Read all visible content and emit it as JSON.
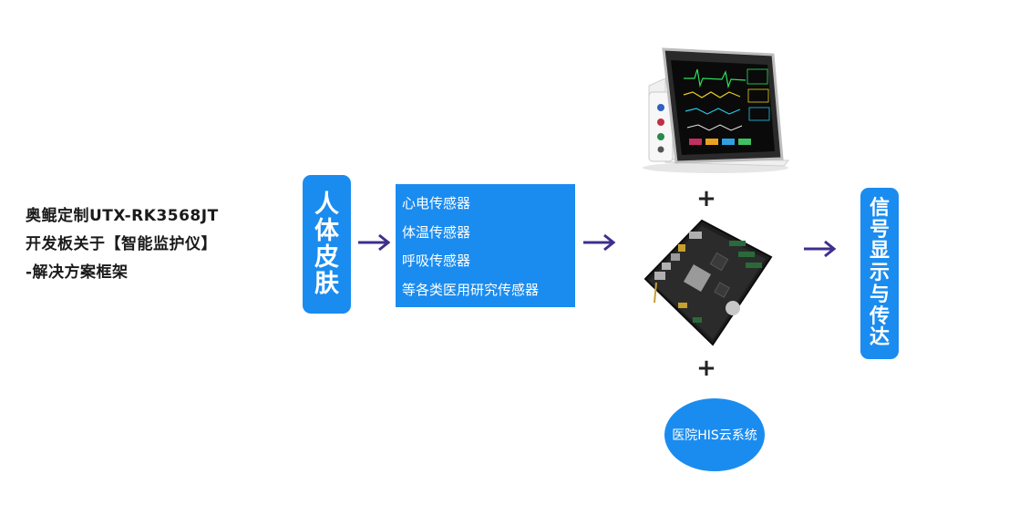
{
  "title": {
    "lines": [
      "奥鲲定制UTX-RK3568JT",
      "开发板关于【智能监护仪】",
      "-解决方案框架"
    ]
  },
  "skin_box": {
    "chars": [
      "人",
      "体",
      "皮",
      "肤"
    ]
  },
  "sensors": {
    "items": [
      "心电传感器",
      "体温传感器",
      "呼吸传感器",
      "等各类医用研究传感器"
    ]
  },
  "plus_top": "+",
  "plus_bottom": "+",
  "cloud": {
    "label": "医院HIS云系统"
  },
  "signal_box": {
    "chars": [
      "信",
      "号",
      "显",
      "示",
      "与",
      "传",
      "达"
    ]
  },
  "colors": {
    "accent": "#1a8cf0",
    "arrow": "#3d2f8f",
    "text": "#1a1a1a"
  },
  "icons": {
    "flow_arrow": "right-arrow-icon",
    "monitor": "patient-monitor-image",
    "board": "development-board-image"
  }
}
